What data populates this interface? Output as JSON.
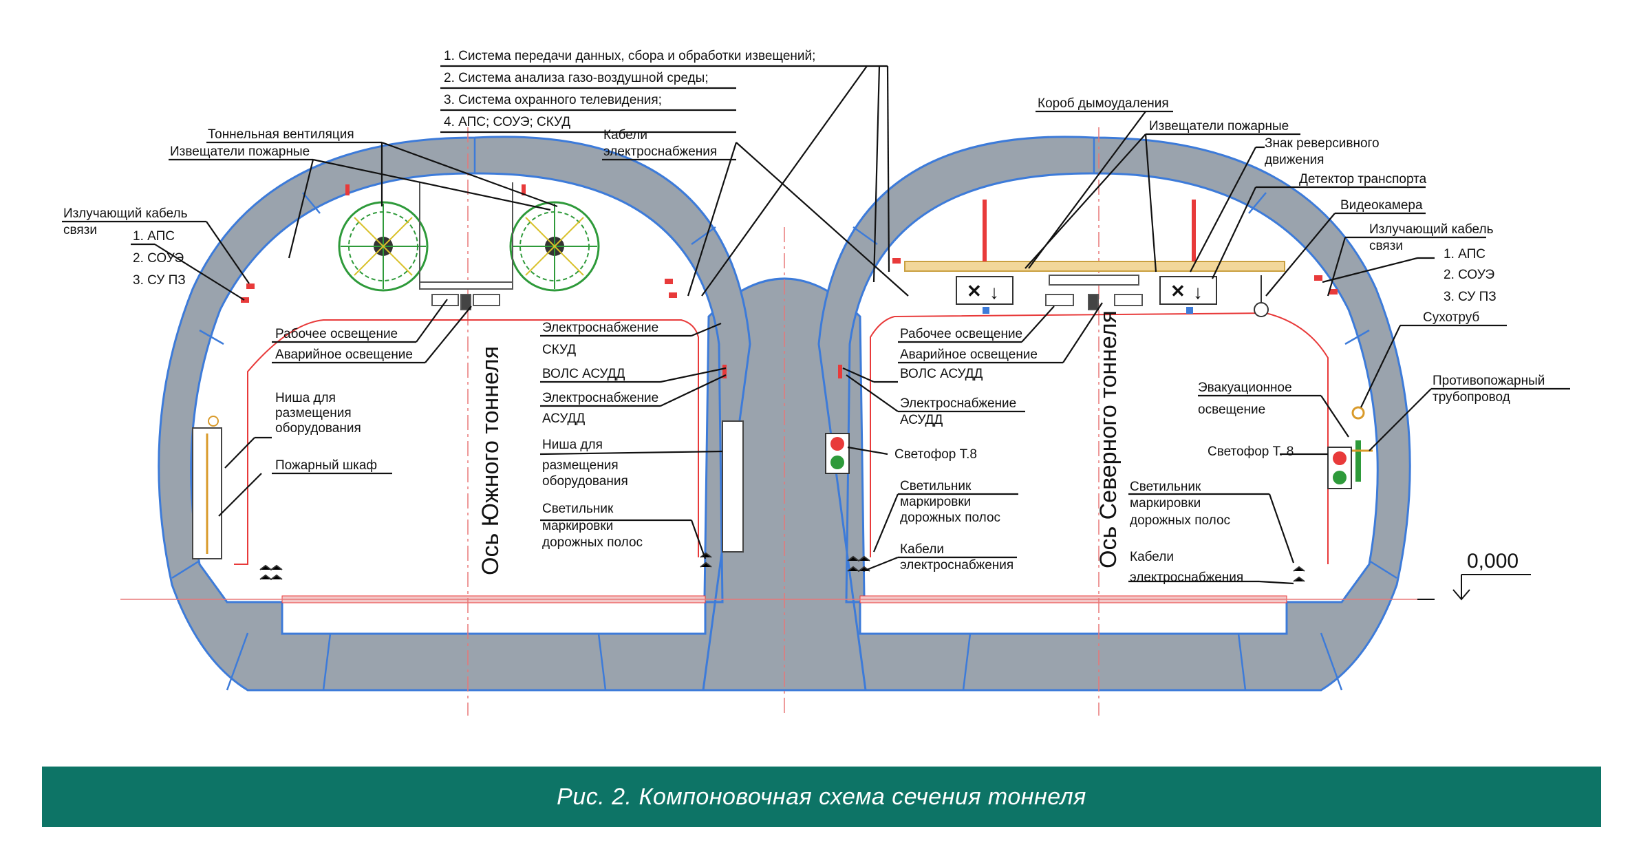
{
  "figure": {
    "caption": "Рис. 2.  Компоновочная схема сечения тоннеля"
  },
  "colors": {
    "lining": "#9aa3ad",
    "outline": "#3d7bd9",
    "accent_red": "#e83a3a",
    "caption_bg": "#0d7466"
  },
  "axes": {
    "south": "Ось Южного тоннеля",
    "north": "Ось Северного тоннеля"
  },
  "elevation_mark": "0,000",
  "systems_list": [
    "1. Система передачи данных, сбора и обработки извещений;",
    "2. Система анализа газо-воздушной среды;",
    "3. Система охранного телевидения;",
    "4. АПС; СОУЭ; СКУД"
  ],
  "south_tunnel": {
    "ventilation": "Тоннельная вентиляция",
    "fire_detectors": "Извещатели пожарные",
    "radiating_cable": [
      "Излучающий кабель",
      "связи"
    ],
    "systems": [
      "1. АПС",
      "2. СОУЭ",
      "3. СУ ПЗ"
    ],
    "work_lighting": "Рабочее освещение",
    "emergency_lighting": "Аварийное освещение",
    "niche_left": [
      "Ниша для",
      "размещения",
      "оборудования"
    ],
    "fire_cabinet": "Пожарный шкаф",
    "power_cables": [
      "Кабели",
      "электроснабжения"
    ],
    "power_skud": [
      "Электроснабжение",
      "СКУД"
    ],
    "fiber_asudd": "ВОЛС АСУДД",
    "power_asudd": [
      "Электроснабжение",
      "АСУДД"
    ],
    "niche_right": [
      "Ниша для",
      "размещения",
      "оборудования"
    ],
    "lane_marking_light": [
      "Светильник",
      "маркировки",
      "дорожных полос"
    ]
  },
  "north_tunnel": {
    "smoke_duct": "Короб дымоудаления",
    "fire_detectors": "Извещатели пожарные",
    "reverse_sign": [
      "Знак реверсивного",
      "движения"
    ],
    "vehicle_detector": "Детектор транспорта",
    "video_camera": "Видеокамера",
    "radiating_cable": [
      "Излучающий кабель",
      "связи"
    ],
    "systems": [
      "1. АПС",
      "2. СОУЭ",
      "3. СУ ПЗ"
    ],
    "dry_pipe": "Сухотруб",
    "work_lighting": "Рабочее освещение",
    "emergency_lighting": "Аварийное освещение",
    "fiber_asudd": "ВОЛС АСУДД",
    "power_asudd": [
      "Электроснабжение",
      "АСУДД"
    ],
    "fire_pipeline": [
      "Противопожарный",
      "трубопровод"
    ],
    "evacuation_lighting": [
      "Эвакуационное",
      "освещение"
    ],
    "traffic_light_left": "Светофор Т.8",
    "traffic_light_right": "Светофор Т. 8",
    "lane_marking_light_left": [
      "Светильник",
      "маркировки",
      "дорожных полос"
    ],
    "lane_marking_light_right": [
      "Светильник",
      "маркировки",
      "дорожных полос"
    ],
    "power_cables_left": [
      "Кабели",
      "электроснабжения"
    ],
    "power_cables_right": [
      "Кабели",
      "электроснабжения"
    ]
  }
}
